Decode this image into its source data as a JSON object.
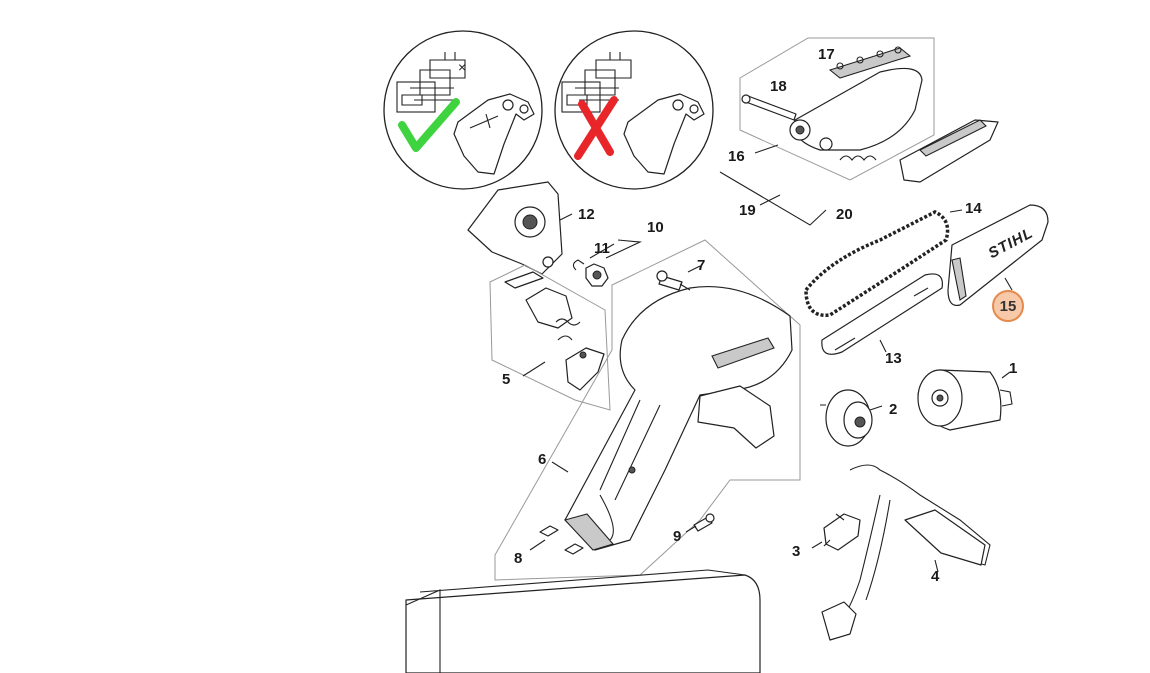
{
  "diagram": {
    "part_numbers": [
      "1",
      "2",
      "3",
      "4",
      "5",
      "6",
      "7",
      "8",
      "9",
      "10",
      "11",
      "12",
      "13",
      "14",
      "15",
      "16",
      "17",
      "18",
      "19",
      "20"
    ],
    "highlighted_part": "15",
    "brand_text": "STIHL",
    "colors": {
      "highlight_fill": "#f7c9a8",
      "highlight_stroke": "#e58a4e",
      "correct_mark": "#3fd33f",
      "wrong_mark": "#e8262a",
      "line": "#222222"
    },
    "icons": [
      "check-mark-icon",
      "cross-mark-icon"
    ]
  }
}
